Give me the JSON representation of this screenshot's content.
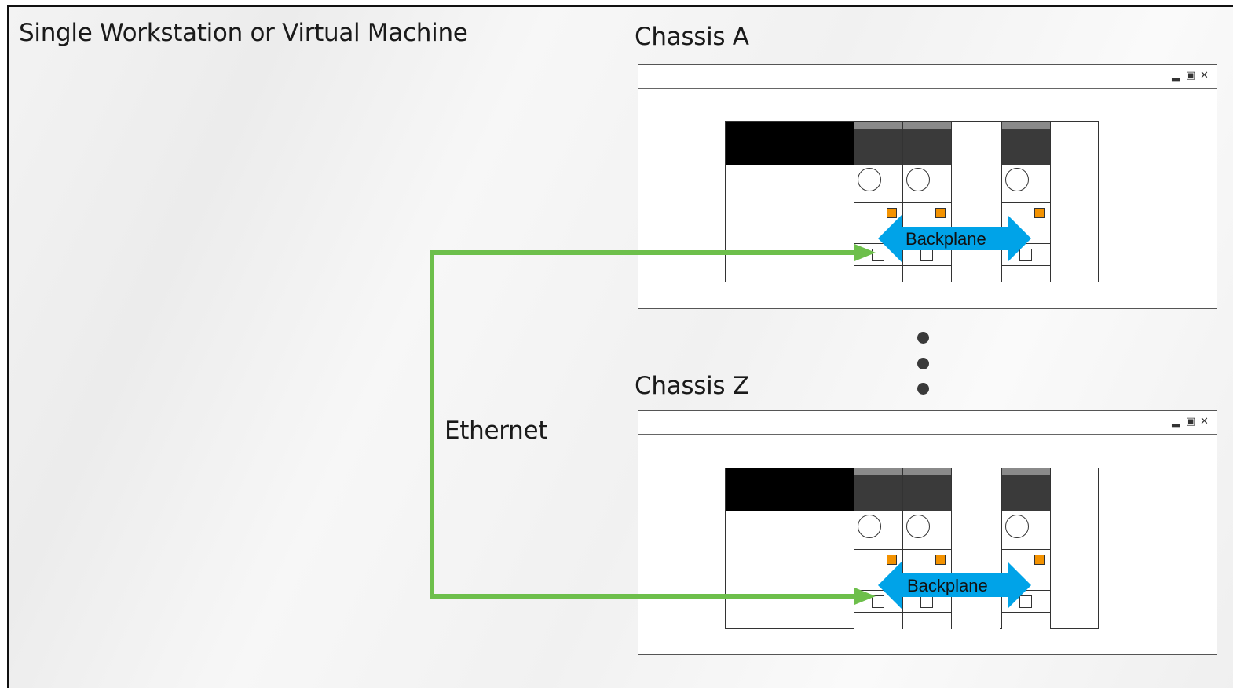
{
  "workstation": {
    "title": "Single Workstation or Virtual Machine"
  },
  "chassis": [
    {
      "title": "Chassis A",
      "window_controls": [
        "▂",
        "▣",
        "✕"
      ],
      "backplane_label": "Backplane"
    },
    {
      "title": "Chassis Z",
      "window_controls": [
        "▂",
        "▣",
        "✕"
      ],
      "backplane_label": "Backplane"
    }
  ],
  "connection": {
    "label": "Ethernet"
  },
  "colors": {
    "ethernet_line": "#6dbf4b",
    "backplane_arrow": "#00a3e8",
    "led": "#f39200",
    "rack_header": "#3a3a3a"
  },
  "icons": [
    "minimize-icon",
    "maximize-icon",
    "close-icon",
    "continuation-dots"
  ]
}
